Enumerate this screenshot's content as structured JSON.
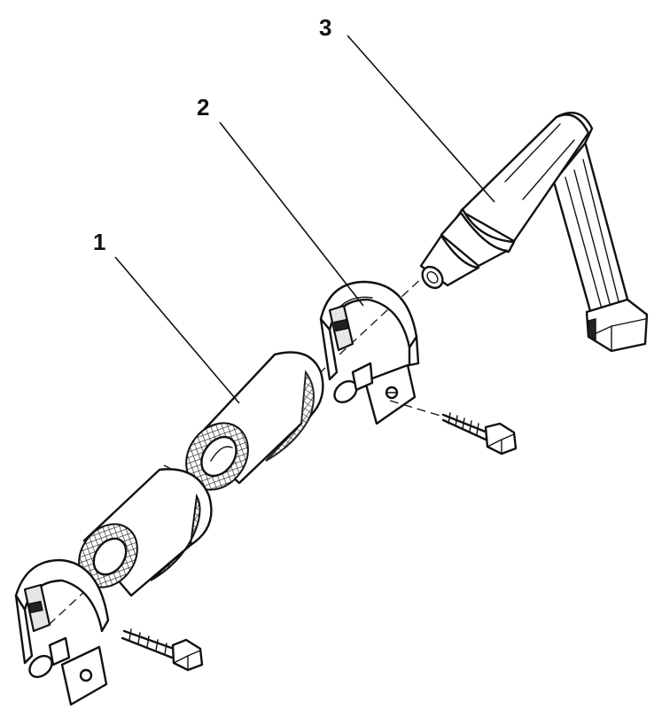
{
  "callouts": {
    "one": "1",
    "two": "2",
    "three": "3"
  },
  "colors": {
    "ink": "#111111",
    "paper": "#ffffff"
  }
}
